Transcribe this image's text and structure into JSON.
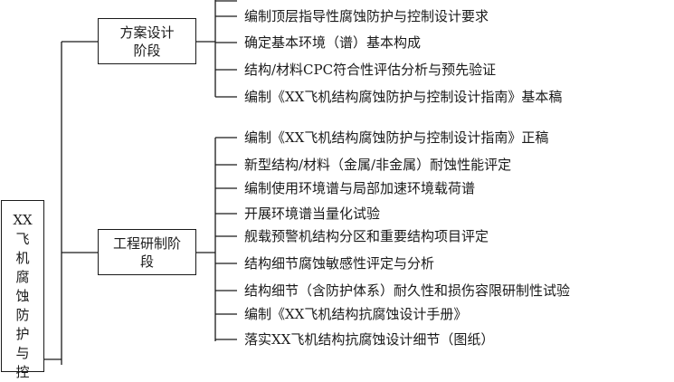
{
  "diagram": {
    "root": {
      "label_lines": [
        "XX",
        "飞",
        "机",
        "腐",
        "蚀",
        "防",
        "护",
        "与",
        "控"
      ]
    },
    "phases": [
      {
        "label_lines": [
          "方案设计",
          "阶段"
        ],
        "items": [
          "编制顶层指导性腐蚀防护与控制设计要求",
          "确定基本环境（谱）基本构成",
          "结构/材料CPC符合性评估分析与预先验证",
          "编制《XX飞机结构腐蚀防护与控制设计指南》基本稿"
        ]
      },
      {
        "label_lines": [
          "工程研制阶",
          "段"
        ],
        "items": [
          "编制《XX飞机结构腐蚀防护与控制设计指南》正稿",
          "新型结构/材料（金属/非金属）耐蚀性能评定",
          "编制使用环境谱与局部加速环境载荷谱",
          "开展环境谱当量化试验",
          "舰载预警机结构分区和重要结构项目评定",
          "结构细节腐蚀敏感性评定与分析",
          "结构细节（含防护体系）耐久性和损伤容限研制性试验",
          "编制《XX飞机结构抗腐蚀设计手册》",
          "落实XX飞机结构抗腐蚀设计细节（图纸）"
        ]
      }
    ]
  }
}
